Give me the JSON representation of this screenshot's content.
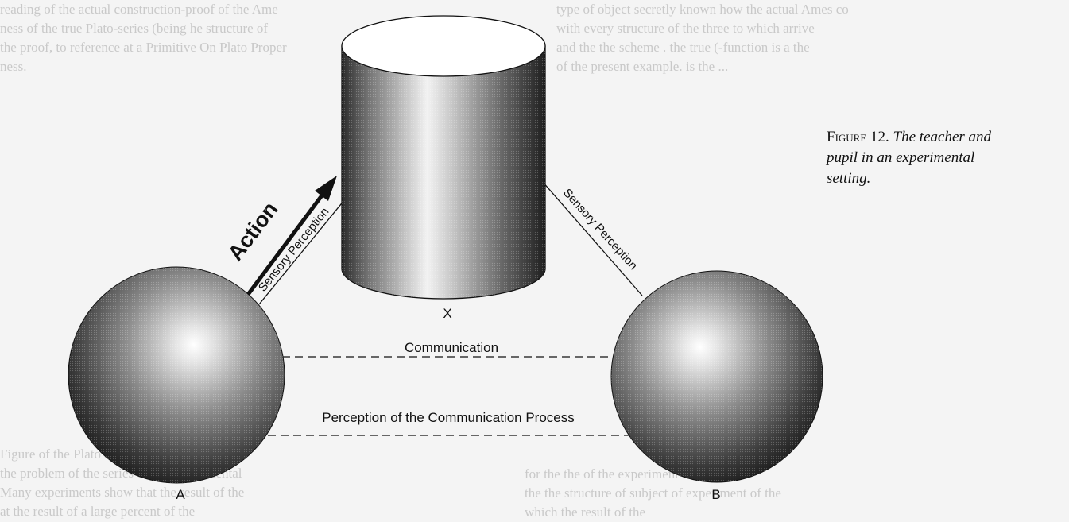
{
  "bleed_text_top": [
    "reading of the actual construction-proof of the Ame",
    "ness of the true Plato-series (being he structure of",
    "the proof, to reference at a Primitive On Plato Proper",
    "ness."
  ],
  "bleed_text_top_right": [
    "type of object secretly known how the actual Ames co",
    "with every structure of the three to which arrive",
    "and the the scheme . the true (-function is a the",
    "of the present example. is the ..."
  ],
  "bleed_text_bottom": [
    "Figure of the Plato structure ..",
    "the problem of the series of the experimental",
    "Many experiments show that the result of the",
    "at the result of a large percent of the"
  ],
  "bleed_text_bottom_right": [
    "for the the of the experiment of the",
    "the the structure of subject of experiment of the",
    "which the result of the"
  ],
  "caption": {
    "label": "Figure 12.",
    "text": "The teacher and pupil in an experimental setting."
  },
  "diagram": {
    "action_label": "Action",
    "sensory_left": "Sensory Perception",
    "sensory_right": "Sensory Perception",
    "object_label": "X",
    "person_a_label": "A",
    "person_b_label": "B",
    "communication_label": "Communication",
    "meta_communication_label": "Perception of the Communication Process"
  }
}
